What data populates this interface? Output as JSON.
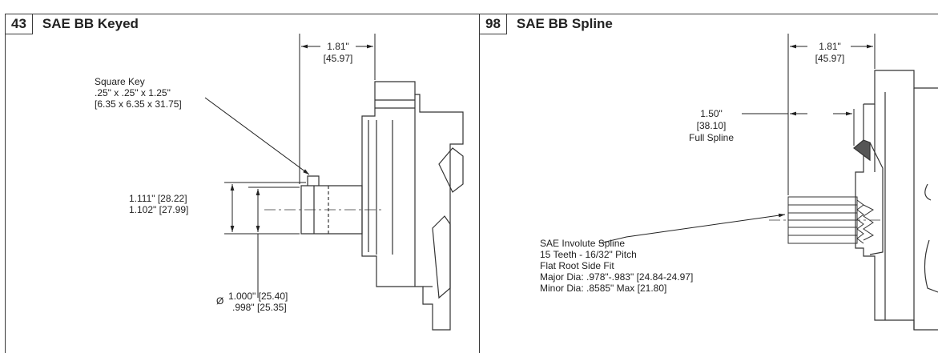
{
  "left": {
    "number": "43",
    "title": "SAE BB Keyed",
    "dim_top": {
      "in": "1.81\"",
      "mm": "[45.97]"
    },
    "key": {
      "l1": "Square Key",
      "l2": ".25\" x .25\" x 1.25\"",
      "l3": "[6.35 x 6.35 x 31.75]"
    },
    "dim_key_height": {
      "l1": "1.111\" [28.22]",
      "l2": "1.102\" [27.99]"
    },
    "dim_shaft": {
      "symbol": "Ø",
      "l1": "1.000\" [25.40]",
      "l2": ".998\" [25.35]"
    }
  },
  "right": {
    "number": "98",
    "title": "SAE BB Spline",
    "dim_top": {
      "in": "1.81\"",
      "mm": "[45.97]"
    },
    "full_spline": {
      "l1": "1.50\"",
      "l2": "[38.10]",
      "l3": "Full Spline"
    },
    "spline": {
      "l1": "SAE Involute Spline",
      "l2": "15 Teeth - 16/32\" Pitch",
      "l3": "Flat Root Side Fit",
      "l4": "Major Dia: .978\"-.983\" [24.84-24.97]",
      "l5": "Minor Dia: .8585\" Max [21.80]"
    }
  }
}
